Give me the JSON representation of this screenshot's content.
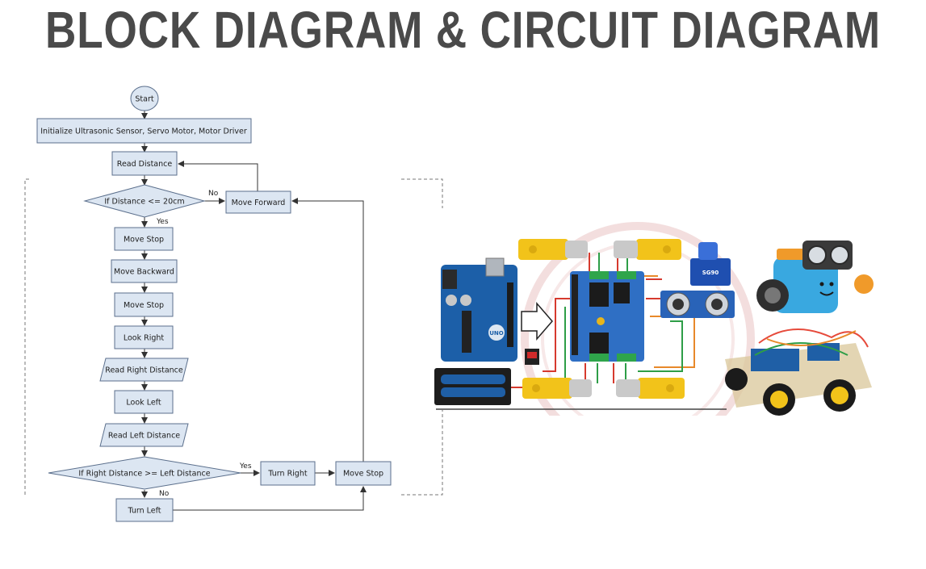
{
  "title": "BLOCK DIAGRAM & CIRCUIT DIAGRAM",
  "flowchart": {
    "start": "Start",
    "init": "Initialize Ultrasonic Sensor, Servo Motor, Motor Driver",
    "read_distance": "Read Distance",
    "decision1": "If Distance <= 20cm",
    "no1": "No",
    "yes1": "Yes",
    "move_forward": "Move Forward",
    "move_stop_1": "Move Stop",
    "move_backward": "Move Backward",
    "move_stop_2": "Move Stop",
    "look_right": "Look Right",
    "read_right": "Read Right Distance",
    "look_left": "Look Left",
    "read_left": "Read Left Distance",
    "decision2": "If Right Distance >= Left Distance",
    "yes2": "Yes",
    "no2": "No",
    "turn_right": "Turn Right",
    "move_stop_3": "Move Stop",
    "turn_left": "Turn Left"
  },
  "circuit": {
    "board_label": "UNO",
    "servo_label": "SG90",
    "colors": {
      "motor_yellow": "#f2c31a",
      "arduino_blue": "#1c5fa8",
      "shield_blue": "#2f6fc4",
      "wire_red": "#d63a2e",
      "wire_green": "#2e9e47",
      "wire_orange": "#e8892a",
      "robot_cyan": "#39a8e0"
    }
  }
}
